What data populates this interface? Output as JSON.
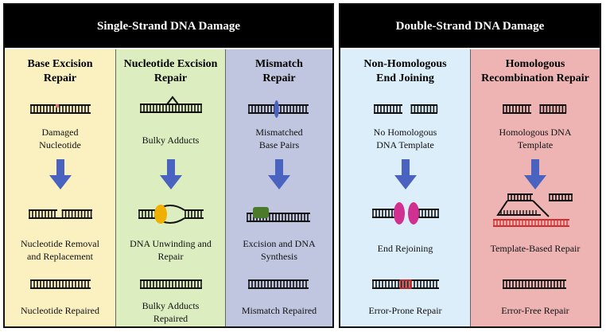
{
  "panels": {
    "single": {
      "title": "Single-Strand DNA Damage",
      "columns": [
        {
          "title": "Base Excision Repair",
          "bg": "#faf0c0",
          "label1": "Damaged Nucleotide",
          "label2": "Nucleotide Removal and Replacement",
          "label3": "Nucleotide Repaired"
        },
        {
          "title": "Nucleotide Excision Repair",
          "bg": "#dcedc0",
          "label1": "Bulky Adducts",
          "label2": "DNA Unwinding and Repair",
          "label3": "Bulky Adducts Repaired"
        },
        {
          "title": "Mismatch Repair",
          "bg": "#c0c6e0",
          "label1": "Mismatched Base Pairs",
          "label2": "Excision and DNA Synthesis",
          "label3": "Mismatch Repaired"
        }
      ]
    },
    "double": {
      "title": "Double-Strand DNA Damage",
      "columns": [
        {
          "title": "Non-Homologous End Joining",
          "bg": "#dceefa",
          "label1": "No Homologous DNA Template",
          "label2": "End Rejoining",
          "label3": "Error-Prone Repair"
        },
        {
          "title": "Homologous Recombination Repair",
          "bg": "#eeb4b4",
          "label1": "Homologous DNA Template",
          "label2": "Template-Based Repair",
          "label3": "Error-Free Repair"
        }
      ]
    }
  },
  "colors": {
    "arrow": "#4a62c0",
    "damage_mark": "#e07070",
    "bulky_adduct": "#f0b000",
    "mismatch_mark": "#4a62c0",
    "excision_enzyme": "#4a7a2a",
    "nhej_protein": "#d03090",
    "repair_mark": "#d03030"
  }
}
